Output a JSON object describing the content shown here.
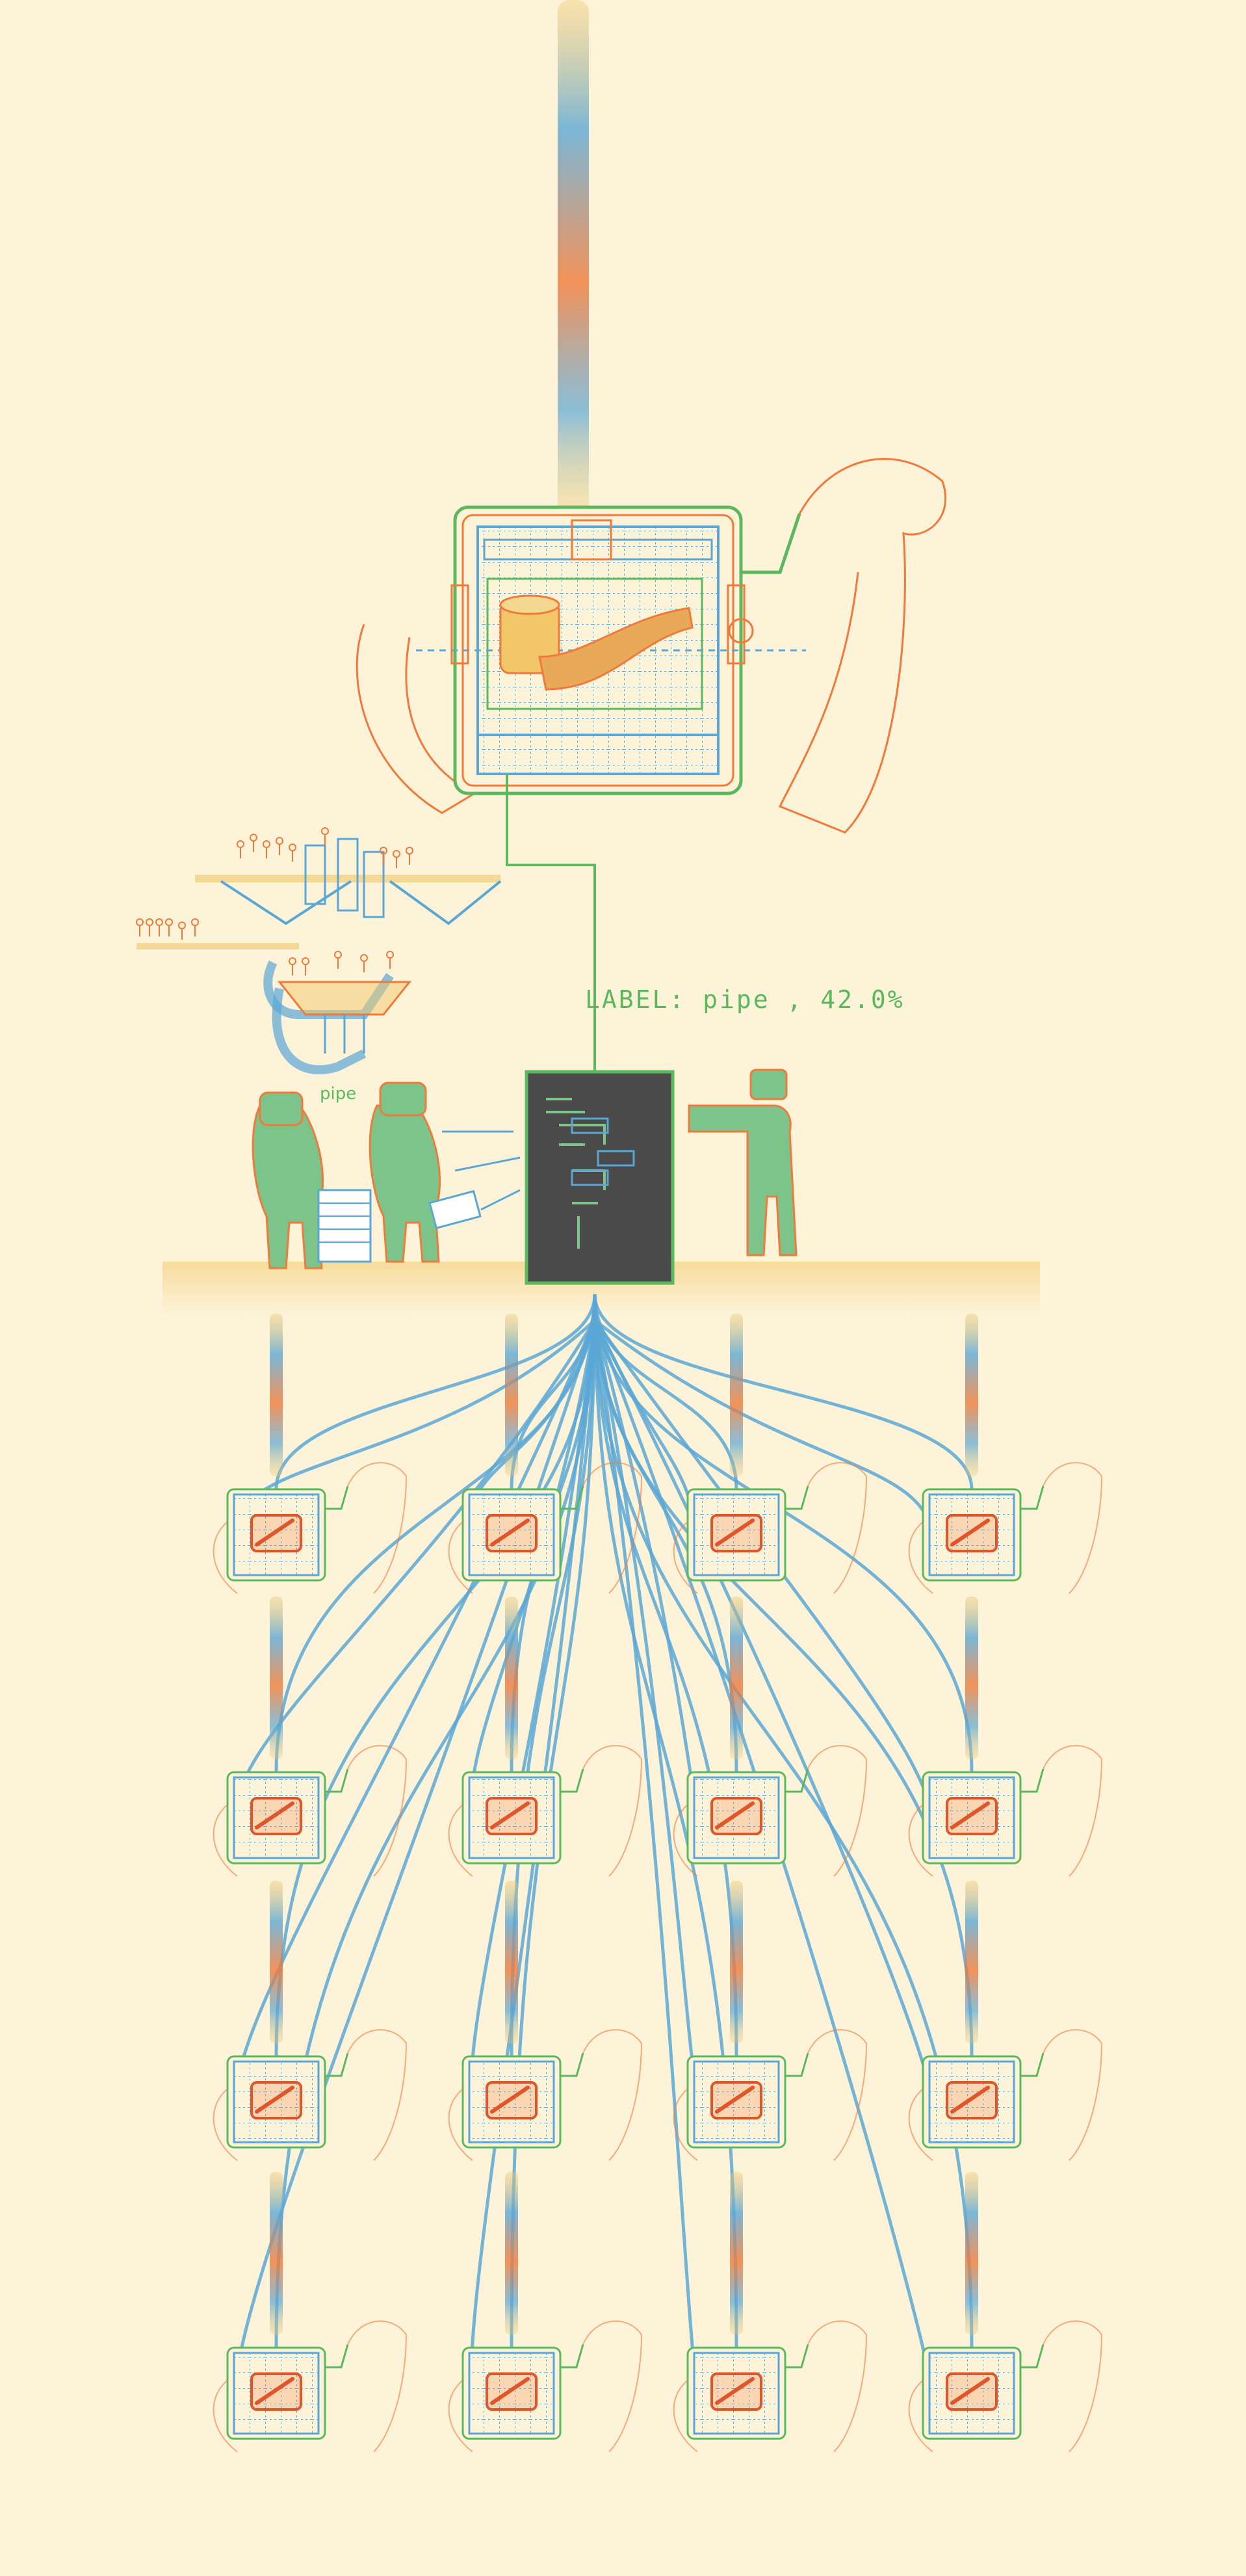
{
  "main_label": {
    "prefix": "LABEL",
    "value": "pipe",
    "percent": "42.0%",
    "full": "LABEL: pipe , 42.0%"
  },
  "conveyor_label": "pipe",
  "colors": {
    "background": "#fdf3d8",
    "blue": "#5aa7d6",
    "orange": "#f07a3a",
    "yellow": "#f2c76a",
    "green": "#5cb85c",
    "screen": "#4a4a4a"
  },
  "grid": {
    "rows": 4,
    "cols": 4,
    "thumbnails": [
      {
        "icon": "pipe-icon"
      },
      {
        "icon": "pipe-icon"
      },
      {
        "icon": "maze-icon"
      },
      {
        "icon": "spiral-icon"
      },
      {
        "icon": "logs-icon"
      },
      {
        "icon": "pipe-icon"
      },
      {
        "icon": "pipe-icon"
      },
      {
        "icon": "fence-icon"
      },
      {
        "icon": "pipes-icon"
      },
      {
        "icon": "pipes-icon"
      },
      {
        "icon": "cup-icon"
      },
      {
        "icon": "face-icon"
      },
      {
        "icon": "pot-icon"
      },
      {
        "icon": "crate-icon"
      },
      {
        "icon": "bells-icon"
      },
      {
        "icon": "barrels-icon"
      }
    ]
  }
}
